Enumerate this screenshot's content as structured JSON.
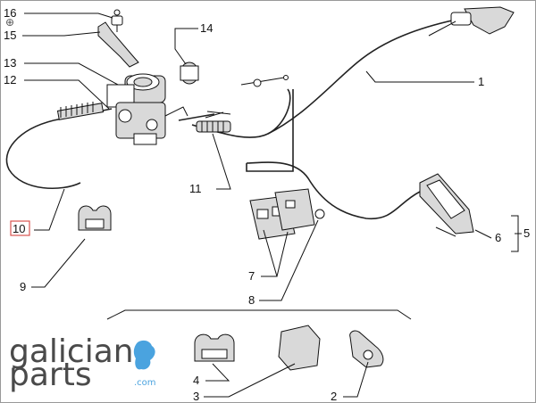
{
  "callouts": {
    "c1": "1",
    "c2": "2",
    "c3": "3",
    "c4": "4",
    "c5": "5",
    "c6": "6",
    "c7": "7",
    "c8": "8",
    "c9": "9",
    "c10": "10",
    "c11": "11",
    "c12": "12",
    "c13": "13",
    "c14": "14",
    "c15": "15",
    "c16": "16"
  },
  "logo": {
    "line1": "galician",
    "line2": "parts",
    "suffix": ".com",
    "accent_color": "#4aa3df",
    "text_color": "#4a4a4a"
  },
  "highlight_color": "#d9534f"
}
